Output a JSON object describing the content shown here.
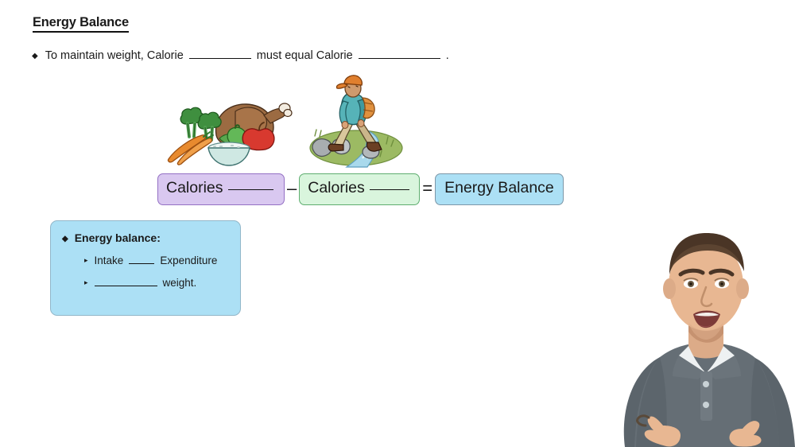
{
  "slide": {
    "title": "Energy Balance",
    "main_bullet": {
      "bullet_glyph": "◆",
      "text_before": "To maintain weight, Calorie",
      "text_middle": "must equal Calorie",
      "text_after": "."
    },
    "equation": {
      "intake_box": {
        "label": "Calories",
        "fill": "#d9c8f0",
        "border": "#9470c4"
      },
      "operator_minus": "–",
      "expenditure_box": {
        "label": "Calories",
        "fill": "#d9f5dd",
        "border": "#5fae70"
      },
      "operator_equals": "=",
      "result_box": {
        "label": "Energy Balance",
        "fill": "#ace0f5",
        "border": "#7d97a8"
      }
    },
    "definition_box": {
      "fill": "#ace0f5",
      "border": "#93b7c9",
      "heading_glyph": "◆",
      "heading": "Energy balance:",
      "items": [
        {
          "glyph": "▸",
          "text_before": "Intake",
          "text_after": "Expenditure"
        },
        {
          "glyph": "▸",
          "text_before": "",
          "text_after": "weight."
        }
      ]
    },
    "illustrations": {
      "food": "food-plate-illustration",
      "hiker": "hiker-crossing-stream-illustration"
    },
    "presenter": "presenter-video-overlay"
  }
}
